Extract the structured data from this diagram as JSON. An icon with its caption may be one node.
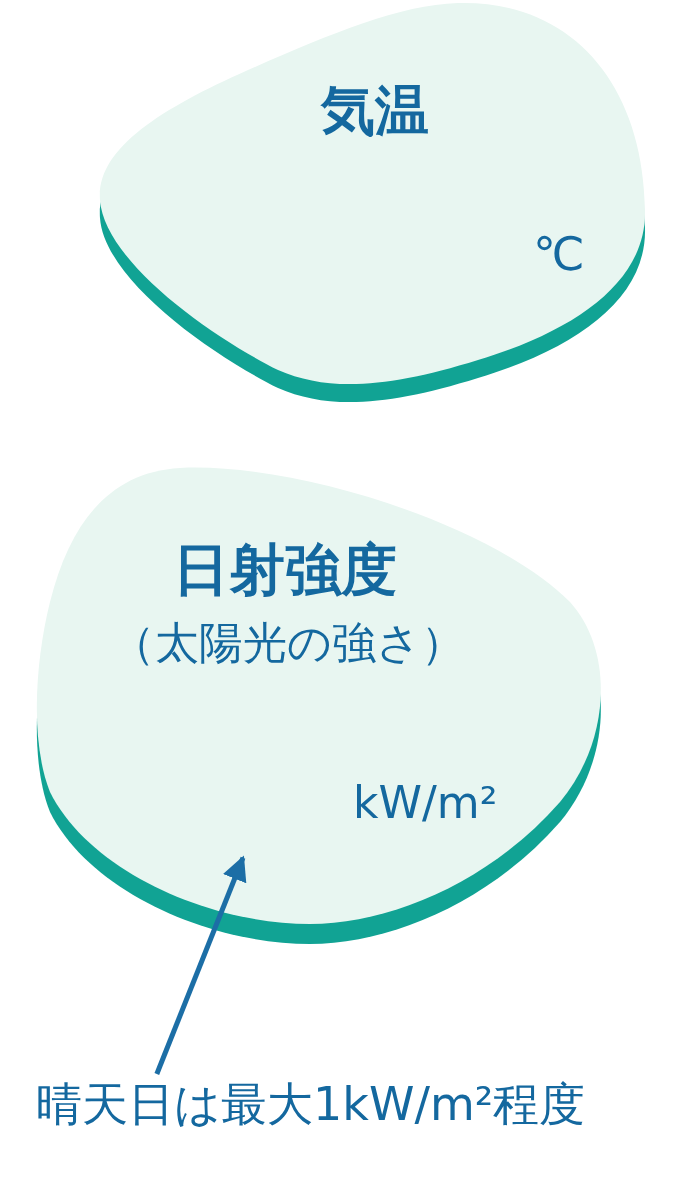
{
  "diagram": {
    "nodes": [
      {
        "text": [
          "気温",
          "℃"
        ]
      },
      {
        "text": [
          "日射強度",
          "（太陽光の強さ）",
          "kW/m²"
        ]
      },
      {
        "text": [
          "晴天日は最大1kW/m²程度"
        ]
      }
    ],
    "edges": [
      {
        "from": 2,
        "to": 1,
        "arrow": "to"
      }
    ]
  }
}
